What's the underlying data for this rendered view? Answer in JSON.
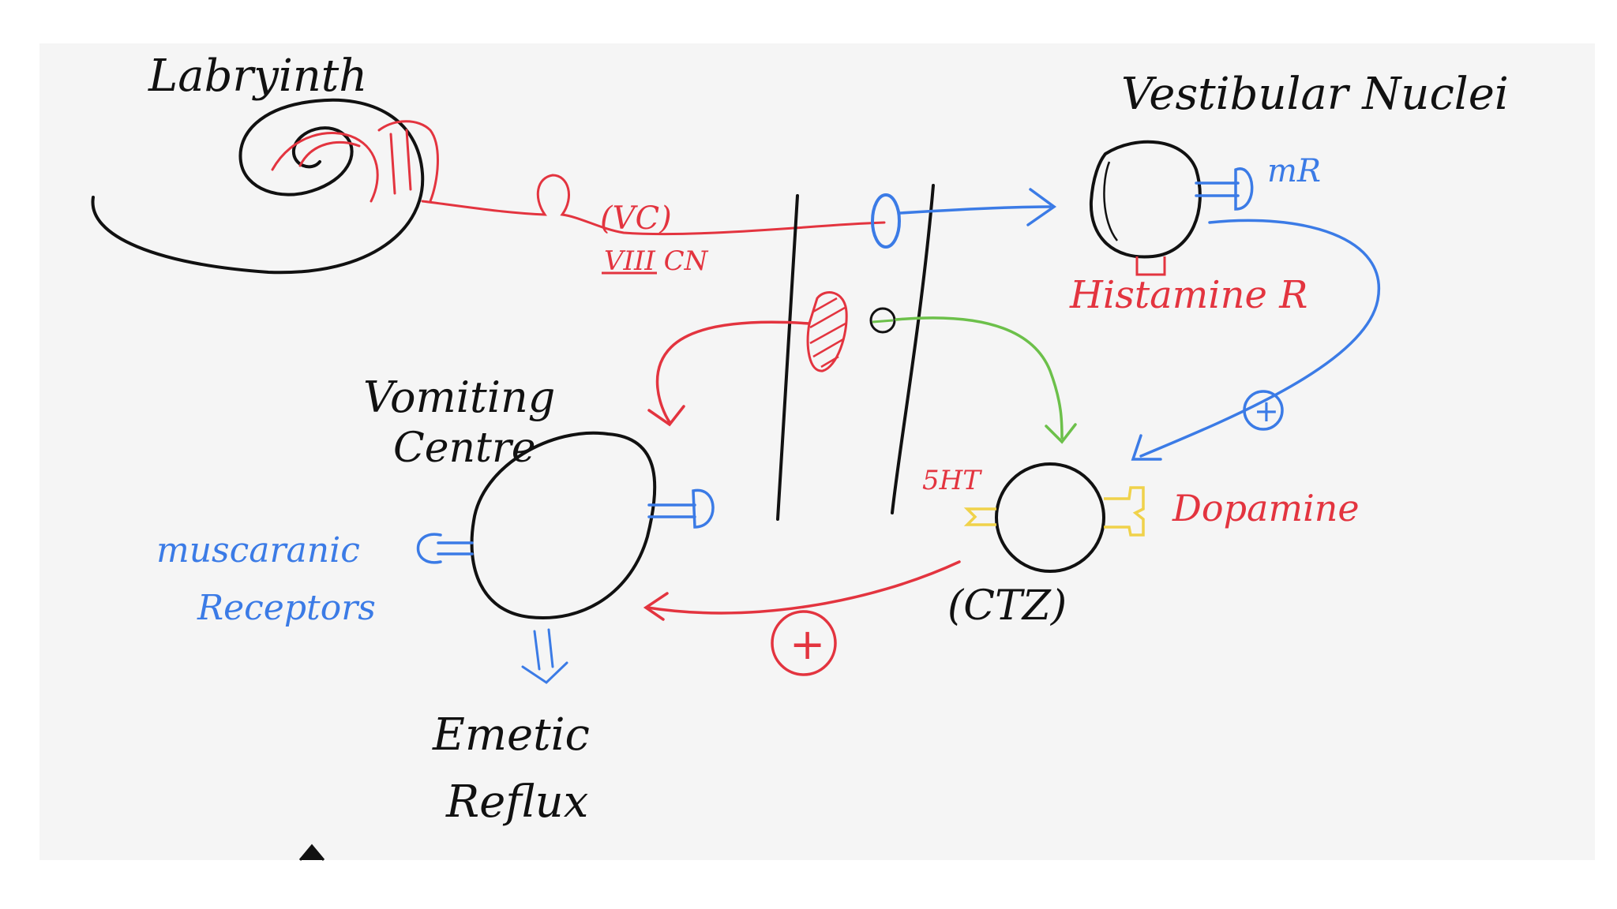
{
  "labels": {
    "labyrinth": "Labryinth",
    "vestibular_nuclei": "Vestibular Nuclei",
    "vc": "(VC)",
    "viii_cn": "VIII CN",
    "mr": "mR",
    "histamine_r": "Histamine R",
    "vomiting_centre_1": "Vomiting",
    "vomiting_centre_2": "Centre",
    "muscarinic_1": "muscaranic",
    "muscarinic_2": "Receptors",
    "five_ht": "5HT",
    "dopamine": "Dopamine",
    "ctz": "(CTZ)",
    "emetic_1": "Emetic",
    "emetic_2": "Reflux",
    "plus": "+"
  },
  "colors": {
    "ink": "#111111",
    "red": "#e3343f",
    "blue": "#3b7be6",
    "green": "#6cc04a",
    "yellow": "#f0d24a",
    "board": "#f5f5f5",
    "margin": "#ffffff"
  }
}
